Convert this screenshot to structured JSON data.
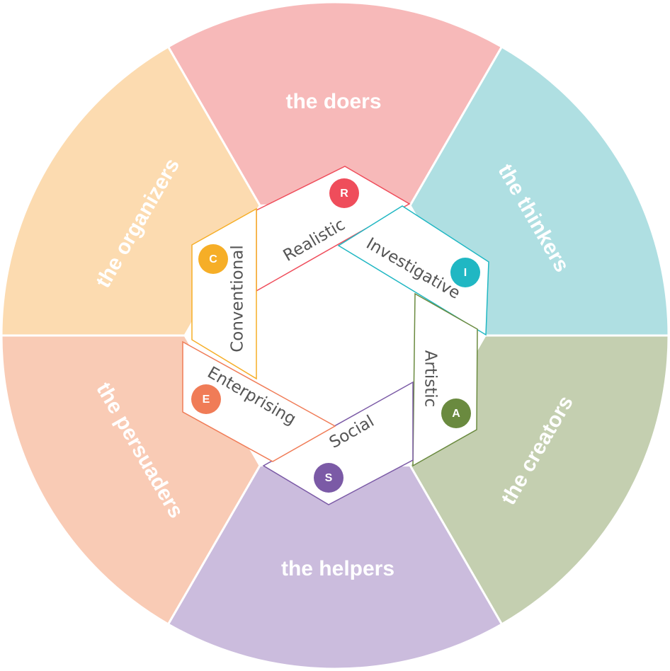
{
  "segments": [
    {
      "id": "R",
      "label": "the doers",
      "color": "#f7b9b9"
    },
    {
      "id": "I",
      "label": "the thinkers",
      "color": "#afdfe2"
    },
    {
      "id": "A",
      "label": "the creators",
      "color": "#c4cfb0"
    },
    {
      "id": "S",
      "label": "the helpers",
      "color": "#cbbcdd"
    },
    {
      "id": "E",
      "label": "the persuaders",
      "color": "#f9cbb5"
    },
    {
      "id": "C",
      "label": "the organizers",
      "color": "#fcdbb0"
    }
  ],
  "types": [
    {
      "letter": "R",
      "name": "Realistic",
      "color": "#ef4d5b"
    },
    {
      "letter": "I",
      "name": "Investigative",
      "color": "#20b7c3"
    },
    {
      "letter": "A",
      "name": "Artistic",
      "color": "#6a8a3f"
    },
    {
      "letter": "S",
      "name": "Social",
      "color": "#7b5aa6"
    },
    {
      "letter": "E",
      "name": "Enterprising",
      "color": "#f07c57"
    },
    {
      "letter": "C",
      "name": "Conventional",
      "color": "#f6ae27"
    }
  ]
}
